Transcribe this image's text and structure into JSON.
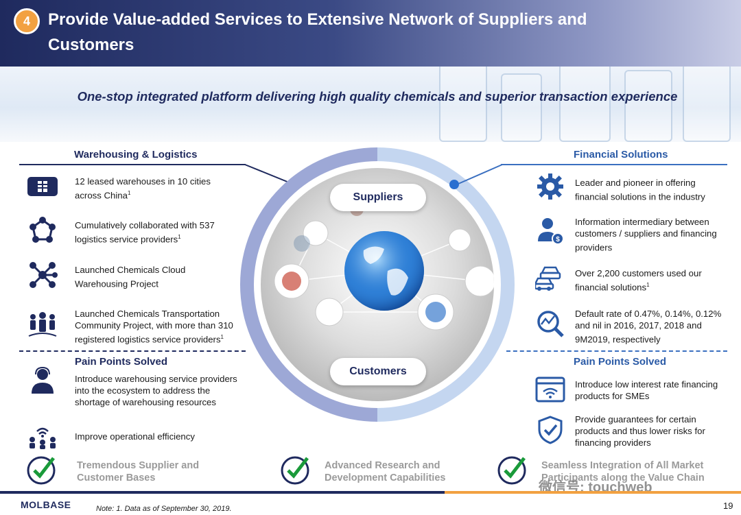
{
  "header": {
    "badge": "4",
    "title": "Provide Value-added Services to Extensive Network of Suppliers and Customers"
  },
  "tagline": "One-stop integrated platform delivering high quality chemicals and superior transaction experience",
  "left": {
    "title": "Warehousing & Logistics",
    "items": [
      {
        "text": "12 leased warehouses in 10 cities across China",
        "sup": "1",
        "icon": "warehouse-icon"
      },
      {
        "text": "Cumulatively collaborated with 537 logistics service providers",
        "sup": "1",
        "icon": "network-icon"
      },
      {
        "text": "Launched Chemicals Cloud Warehousing Project",
        "sup": "",
        "icon": "molecule-icon"
      },
      {
        "text": "Launched Chemicals Transportation Community Project, with more than 310 registered logistics service providers",
        "sup": "1",
        "icon": "community-icon"
      }
    ],
    "pain_title": "Pain Points Solved",
    "pain_items": [
      {
        "text": "Introduce warehousing service providers into the ecosystem to address the shortage of warehousing resources",
        "icon": "service-person-icon"
      },
      {
        "text": "Improve operational efficiency",
        "icon": "people-wifi-icon"
      }
    ]
  },
  "right": {
    "title": "Financial Solutions",
    "items": [
      {
        "text": "Leader and pioneer in offering financial solutions in the industry",
        "sup": "",
        "icon": "gear-icon"
      },
      {
        "text": "Information intermediary between customers / suppliers and financing providers",
        "sup": "",
        "icon": "person-money-icon"
      },
      {
        "text": "Over 2,200 customers used our financial solutions",
        "sup": "1",
        "icon": "cars-icon"
      },
      {
        "text": "Default rate of 0.47%, 0.14%, 0.12% and nil in 2016, 2017, 2018 and 9M2019, respectively",
        "sup": "",
        "icon": "chart-magnifier-icon"
      }
    ],
    "pain_title": "Pain Points Solved",
    "pain_items": [
      {
        "text": "Introduce low interest rate financing products for SMEs",
        "icon": "screen-wifi-icon"
      },
      {
        "text": "Provide guarantees for certain products and thus lower risks for financing providers",
        "icon": "shield-check-icon"
      }
    ]
  },
  "center": {
    "top_label": "Suppliers",
    "bottom_label": "Customers"
  },
  "strengths": [
    "Tremendous Supplier and Customer Bases",
    "Advanced Research and Development Capabilities",
    "Seamless Integration of All Market Participants along the Value Chain"
  ],
  "footer": {
    "logo": "MOLBASE",
    "note": "Note: 1. Data as of September 30, 2019.",
    "page": "19",
    "watermark": "微信号: touchweb"
  },
  "colors": {
    "navy": "#1f2a5e",
    "blue": "#2a5aa6",
    "orange": "#f2a141",
    "check_green": "#1a9a3a"
  }
}
